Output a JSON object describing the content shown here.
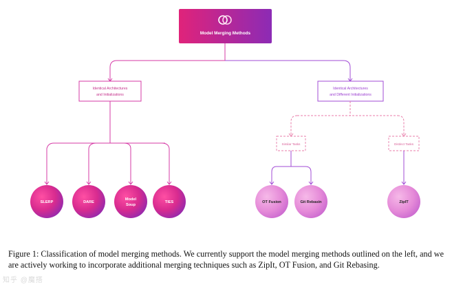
{
  "colors": {
    "line_left": "#d63aa6",
    "line_right": "#a24bd6",
    "dashed": "#e87ba8",
    "title_grad_start": "#e0237a",
    "title_grad_end": "#8c2bb5"
  },
  "root": {
    "icon": "overlapping-circles-icon",
    "label": "Model Merging Methods"
  },
  "categories": [
    {
      "line1": "Identical Architectures",
      "line2": "and Initializations"
    },
    {
      "line1": "Identical Architectures",
      "line2": "and Different Initializations"
    }
  ],
  "subcategories": [
    {
      "label": "Similar Tasks"
    },
    {
      "label": "Distinct Tasks"
    }
  ],
  "methods": [
    {
      "line1": "SLERP",
      "line2": ""
    },
    {
      "line1": "DARE",
      "line2": ""
    },
    {
      "line1": "Model",
      "line2": "Soup"
    },
    {
      "line1": "TIES",
      "line2": ""
    },
    {
      "line1": "OT Fusion",
      "line2": ""
    },
    {
      "line1": "Git Rebasin",
      "line2": ""
    },
    {
      "line1": "ZipIT",
      "line2": ""
    }
  ],
  "caption": "Figure 1: Classification of model merging methods. We currently support the model merging methods outlined on the left, and we are actively working to incorporate additional merging techniques such as ZipIt, OT Fusion, and Git Rebasing.",
  "watermark": "知乎 @魔搭"
}
